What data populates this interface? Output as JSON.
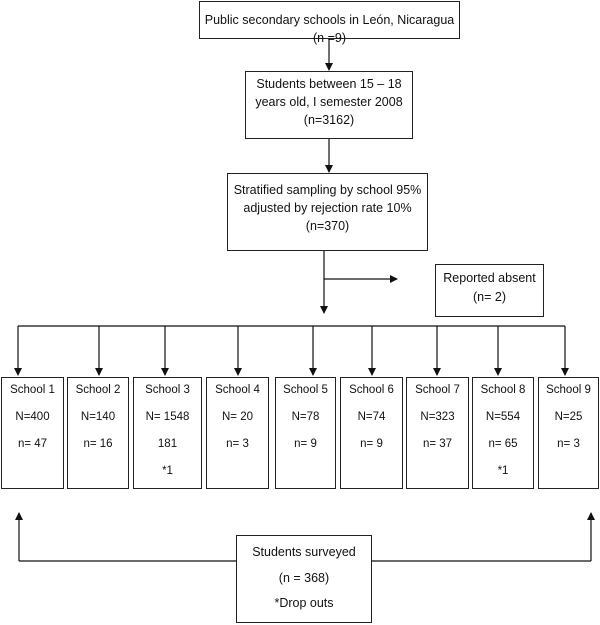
{
  "box_population": "Public secondary schools in León, Nicaragua (n =9)",
  "box_students": {
    "line1": "Students between 15 – 18",
    "line2": "years old, I semester 2008",
    "line3": "(n=3162)"
  },
  "box_sampling": {
    "line1": "Stratified sampling by school 95%",
    "line2": "adjusted by rejection rate 10%",
    "line3": "(n=370)"
  },
  "box_absent": {
    "line1": "Reported absent",
    "line2": "(n= 2)"
  },
  "schools": [
    {
      "name": "School 1",
      "N": "N=400",
      "n": "n= 47",
      "note": ""
    },
    {
      "name": "School 2",
      "N": "N=140",
      "n": "n= 16",
      "note": ""
    },
    {
      "name": "School 3",
      "N": "N= 1548",
      "n": "181",
      "note": "*1"
    },
    {
      "name": "School 4",
      "N": "N= 20",
      "n": "n= 3",
      "note": ""
    },
    {
      "name": "School 5",
      "N": "N=78",
      "n": "n= 9",
      "note": ""
    },
    {
      "name": "School 6",
      "N": "N=74",
      "n": "n= 9",
      "note": ""
    },
    {
      "name": "School 7",
      "N": "N=323",
      "n": "n= 37",
      "note": ""
    },
    {
      "name": "School 8",
      "N": "N=554",
      "n": "n= 65",
      "note": "*1"
    },
    {
      "name": "School 9",
      "N": "N=25",
      "n": "n= 3",
      "note": ""
    }
  ],
  "box_surveyed": {
    "line1": "Students surveyed",
    "line2": "(n = 368)",
    "line3": "*Drop outs"
  }
}
